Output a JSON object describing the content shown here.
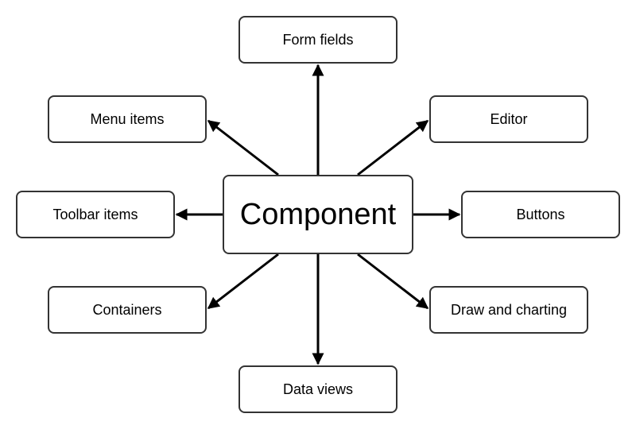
{
  "diagram": {
    "center": "Component",
    "nodes": {
      "form_fields": "Form fields",
      "editor": "Editor",
      "buttons": "Buttons",
      "draw_and_charting": "Draw and charting",
      "data_views": "Data views",
      "containers": "Containers",
      "toolbar_items": "Toolbar items",
      "menu_items": "Menu items"
    }
  },
  "colors": {
    "border": "#333333",
    "arrow": "#000000",
    "background": "#ffffff"
  }
}
